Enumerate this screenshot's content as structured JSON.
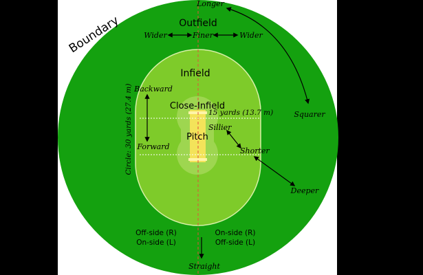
{
  "colors": {
    "background": "#000000",
    "panel": "#ffffff",
    "outfield": "#14a10f",
    "infield": "#7ecb2a",
    "close_infield": "#9ed650",
    "pitch": "#f3e35a",
    "crease": "#fff4a8",
    "boundary_line": "#ffffff",
    "ink": "#000000",
    "center_line": "#e0533a"
  },
  "labels": {
    "boundary": "Boundary",
    "outfield": "Outfield",
    "infield": "Infield",
    "close_infield": "Close-Infield",
    "pitch": "Pitch",
    "longer": "Longer",
    "wider_left": "Wider",
    "finer": "Finer",
    "wider_right": "Wider",
    "backward": "Backward",
    "forward": "Forward",
    "circle": "Circle: 30 yards (27.4 m)",
    "fifteen_yards": "15 yards (13.7 m)",
    "sillier": "Sillier",
    "shorter": "Shorter",
    "squarer": "Squarer",
    "deeper": "Deeper",
    "straight": "Straight",
    "offside_r": "Off-side (R)",
    "onside_l": "On-side (L)",
    "onside_r": "On-side (R)",
    "offside_l": "Off-side (L)"
  }
}
